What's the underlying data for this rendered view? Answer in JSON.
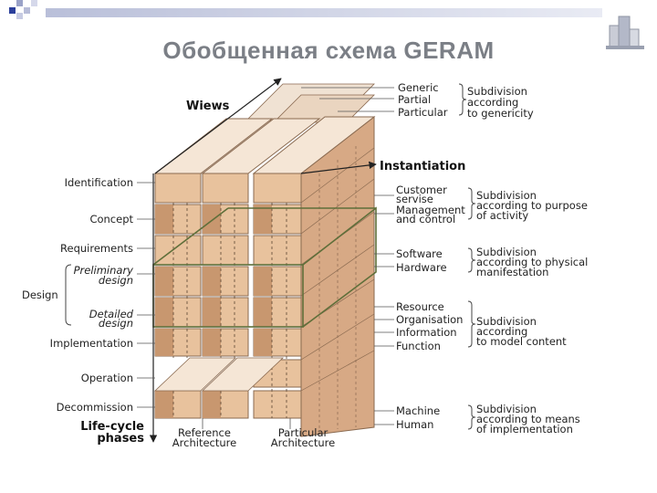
{
  "title": "Обобщенная схема GERAM",
  "colors": {
    "front": "#e8c29d",
    "top": "#f5e6d6",
    "side": "#d7a985",
    "line": "#8a6a50",
    "highlight": "#5f6f3a",
    "title": "#7b7f86",
    "accent_blue": "#2b3f9b"
  },
  "views_label": "Wiews",
  "instantiation_label": "Instantiation",
  "genericity": {
    "items": [
      "Generic",
      "Partial",
      "Particular"
    ],
    "note": [
      "Subdivision",
      "according",
      "to genericity"
    ]
  },
  "purpose": {
    "items": [
      "Customer",
      "servise",
      "Management",
      "and control"
    ],
    "note": [
      "Subdivision",
      "according to purpose",
      "of activity"
    ]
  },
  "physical": {
    "items": [
      "Software",
      "Hardware"
    ],
    "note": [
      "Subdivision",
      "according to physical",
      "manifestation"
    ]
  },
  "model_content": {
    "items": [
      "Resource",
      "Organisation",
      "Information",
      "Function"
    ],
    "note": [
      "Subdivision",
      "according",
      "to model content"
    ]
  },
  "implementation_means": {
    "items": [
      "Machine",
      "Human"
    ],
    "note": [
      "Subdivision",
      "according to means",
      "of implementation"
    ]
  },
  "phases": {
    "identification": "Identification",
    "concept": "Concept",
    "requirements": "Requirements",
    "design": "Design",
    "preliminary": [
      "Preliminary",
      "design"
    ],
    "detailed": [
      "Detailed",
      "design"
    ],
    "implementation": "Implementation",
    "operation": "Operation",
    "decommission": "Decommission",
    "axis": [
      "Life-cycle",
      "phases"
    ]
  },
  "bottom": {
    "reference": [
      "Reference",
      "Architecture"
    ],
    "particular": [
      "Particular",
      "Architecture"
    ]
  }
}
